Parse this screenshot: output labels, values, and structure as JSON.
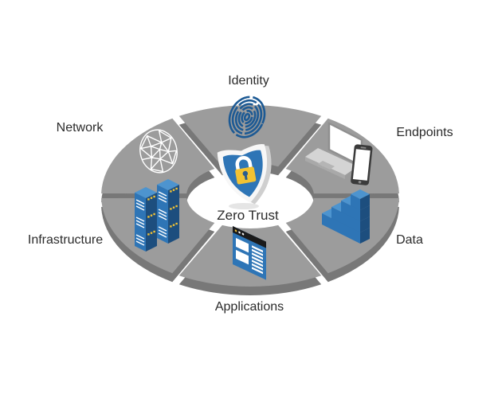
{
  "diagram": {
    "title": "Zero Trust",
    "center_label": "Zero Trust",
    "segments": [
      {
        "label": "Identity",
        "icon": "fingerprint-icon",
        "position": "top"
      },
      {
        "label": "Endpoints",
        "icon": "laptop-phone-icon",
        "position": "upper-right"
      },
      {
        "label": "Data",
        "icon": "data-cubes-icon",
        "position": "lower-right"
      },
      {
        "label": "Applications",
        "icon": "browser-window-icon",
        "position": "bottom"
      },
      {
        "label": "Infrastructure",
        "icon": "server-stack-icon",
        "position": "lower-left"
      },
      {
        "label": "Network",
        "icon": "network-globe-icon",
        "position": "upper-left"
      }
    ],
    "colors": {
      "background": "#ffffff",
      "ring_top": "#9c9c9c",
      "ring_side": "#787878",
      "accent_blue": "#2e75b6",
      "accent_blue_dark": "#1d4e7e",
      "accent_blue_light": "#4d94cf",
      "lock_yellow": "#f2c233",
      "fingerprint_blue": "#1d5a94",
      "label_text": "#2b2b2b"
    }
  }
}
